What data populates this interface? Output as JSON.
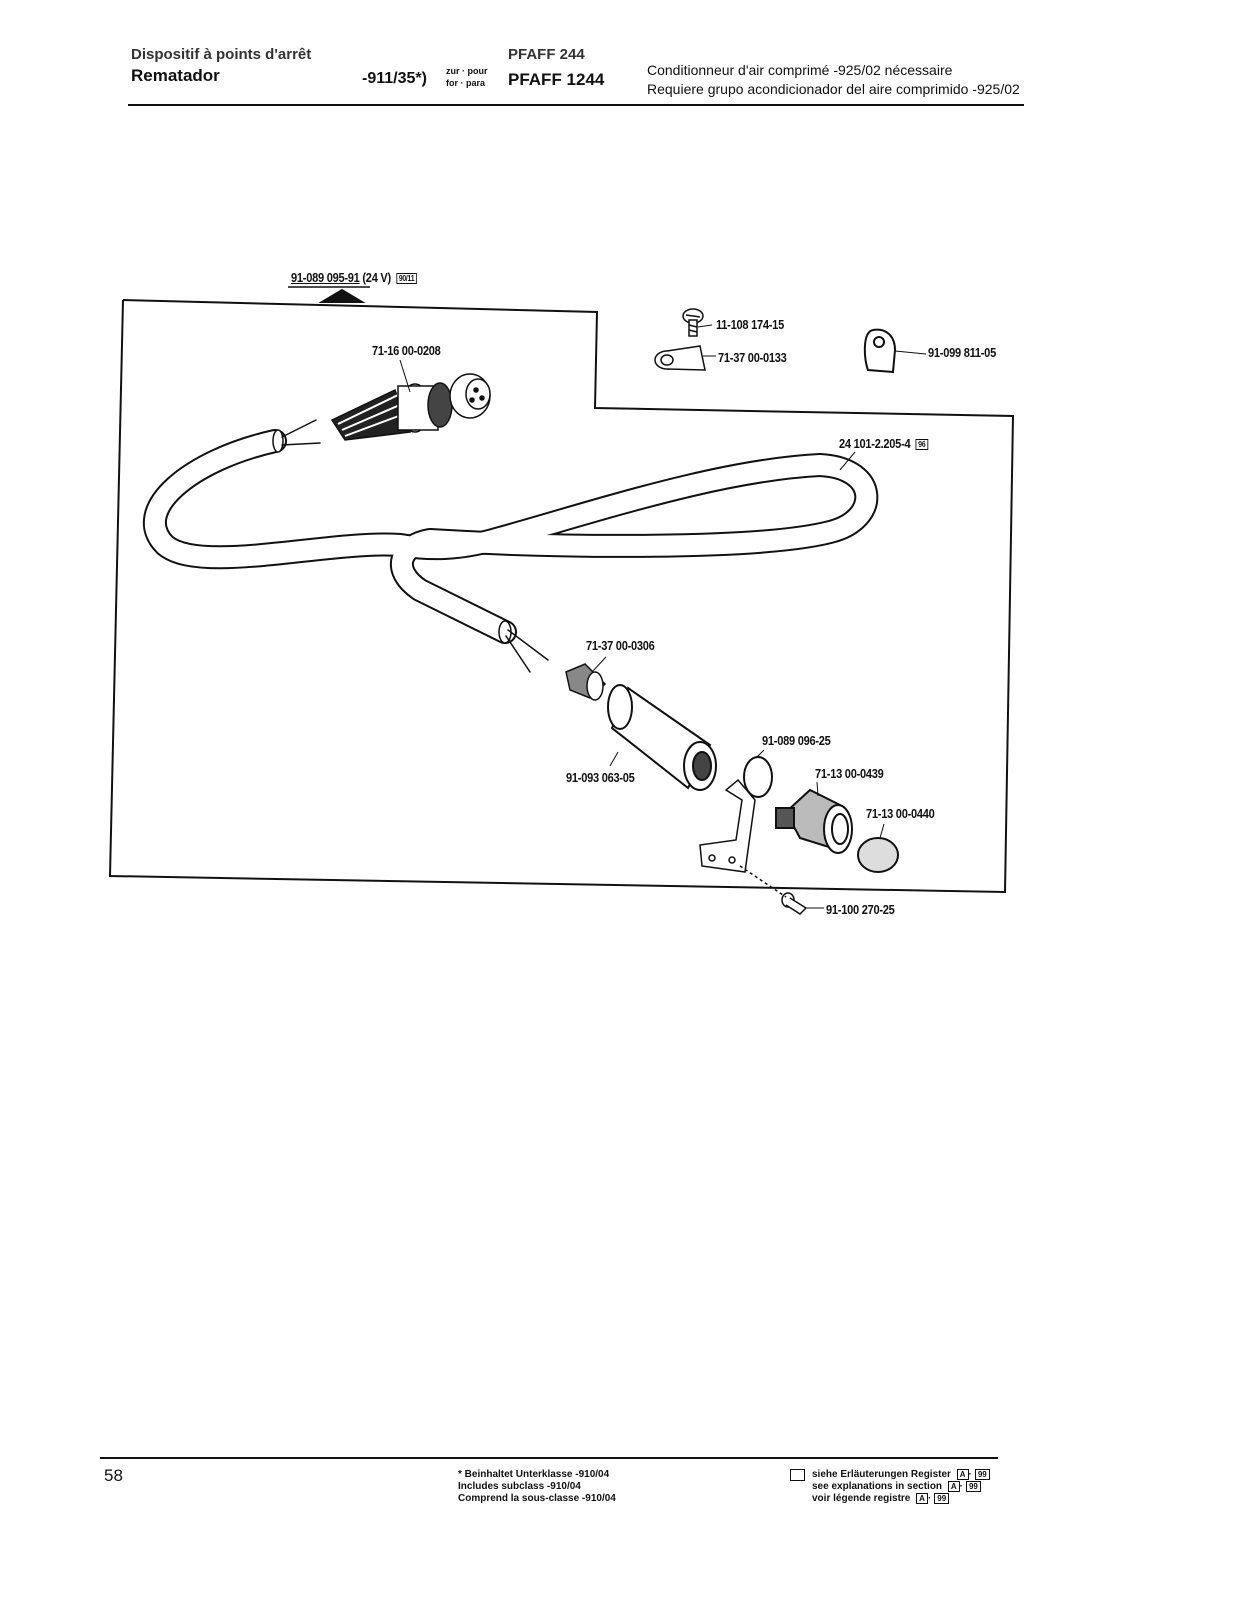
{
  "header": {
    "title_top": "Dispositif à points d'arrêt",
    "title_main": "Rematador",
    "code": "-911/35*)",
    "zur_pour": "zur · pour",
    "for_para": "for · para",
    "model_top": "PFAFF 244",
    "model_main": "PFAFF 1244",
    "note_fr": "Conditionneur d'air comprimé -925/02 nécessaire",
    "note_es": "Requiere grupo acondicionador del aire comprimido -925/02"
  },
  "parts": {
    "assembly": "91-089 095-91",
    "assembly_suffix": "(24 V)",
    "assembly_badge": "90/11",
    "connector": "71-16 00-0208",
    "screw_top": "11-108 174-15",
    "clip_top": "71-37 00-0133",
    "clip_right": "91-099 811-05",
    "cable": "24 101-2.205-4",
    "cable_badge": "96",
    "bushing": "71-37 00-0306",
    "sleeve": "91-093 063-05",
    "washer": "91-089 096-25",
    "lamp_holder": "71-13 00-0439",
    "lamp_lens": "71-13 00-0440",
    "screw_bottom": "91-100 270-25"
  },
  "footer": {
    "page_number": "58",
    "sub_de": "* Beinhaltet Unterklasse -910/04",
    "sub_en": "Includes subclass -910/04",
    "sub_fr": "Comprend la sous-classe -910/04",
    "see_de": "siehe Erläuterungen Register",
    "see_en": "see explanations in section",
    "see_fr": "voir légende registre",
    "reg_a": "A",
    "reg_b": "99"
  }
}
